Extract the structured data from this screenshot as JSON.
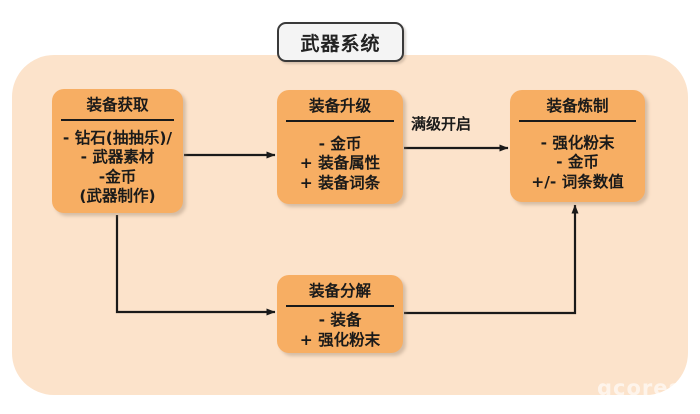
{
  "diagram": {
    "title": "武器系统",
    "watermark": "gcores",
    "colors": {
      "panel_background": "#FCE3CB",
      "node_fill": "#F7AE63",
      "node_text": "#1A1A1A",
      "title_fill": "#F4F4F4",
      "title_border": "#3A3A3A",
      "edge_stroke": "#1A1A1A",
      "page_background": "#FFFFFF"
    },
    "nodes": [
      {
        "id": "acquire",
        "title": "装备获取",
        "lines": [
          "- 钻石(抽抽乐)/",
          "- 武器素材",
          "-金币",
          "(武器制作)"
        ]
      },
      {
        "id": "upgrade",
        "title": "装备升级",
        "lines": [
          "- 金币",
          "+ 装备属性",
          "+ 装备词条"
        ]
      },
      {
        "id": "refine",
        "title": "装备炼制",
        "lines": [
          "- 强化粉末",
          "- 金币",
          "+/- 词条数值"
        ]
      },
      {
        "id": "decompose",
        "title": "装备分解",
        "lines": [
          "- 装备",
          "+ 强化粉末"
        ]
      }
    ],
    "edges": [
      {
        "id": "acquire-to-upgrade",
        "from": "acquire",
        "to": "upgrade",
        "label": ""
      },
      {
        "id": "upgrade-to-refine",
        "from": "upgrade",
        "to": "refine",
        "label": "满级开启"
      },
      {
        "id": "acquire-to-decompose",
        "from": "acquire",
        "to": "decompose",
        "label": ""
      },
      {
        "id": "decompose-to-refine",
        "from": "decompose",
        "to": "refine",
        "label": ""
      }
    ]
  }
}
